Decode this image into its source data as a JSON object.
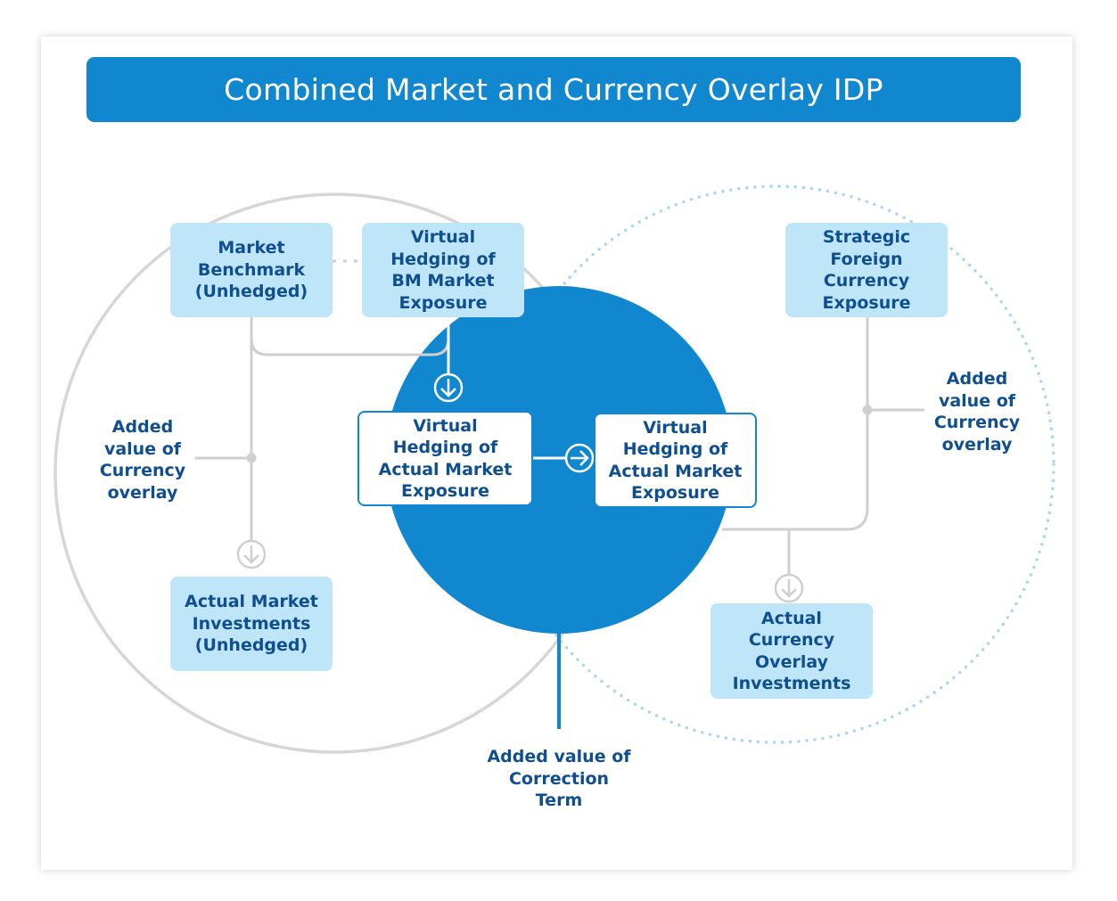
{
  "title": "Combined Market and Currency Overlay IDP",
  "colors": {
    "accent": "#1187d0",
    "box_fill": "#bee6f8",
    "text": "#0f4f8f",
    "connector": "#cfcfcf",
    "dotted_circle": "#a9d7f1"
  },
  "boxes": {
    "market_benchmark": "Market\nBenchmark\n(Unhedged)",
    "virtual_hedging_bm": "Virtual\nHedging of\nBM Market\nExposure",
    "strategic_fx": "Strategic\nForeign\nCurrency\nExposure",
    "virtual_hedging_actual_left": "Virtual\nHedging of\nActual Market\nExposure",
    "virtual_hedging_actual_right": "Virtual\nHedging of\nActual Market\nExposure",
    "actual_market": "Actual Market\nInvestments\n(Unhedged)",
    "actual_currency": "Actual\nCurrency\nOverlay\nInvestments"
  },
  "labels": {
    "added_value_left": "Added\nvalue of\nCurrency\noverlay",
    "added_value_right": "Added\nvalue of\nCurrency\noverlay",
    "added_value_correction": "Added value of\nCorrection\nTerm"
  },
  "icons": [
    "arrow-circle-down-icon",
    "arrow-circle-right-icon"
  ]
}
